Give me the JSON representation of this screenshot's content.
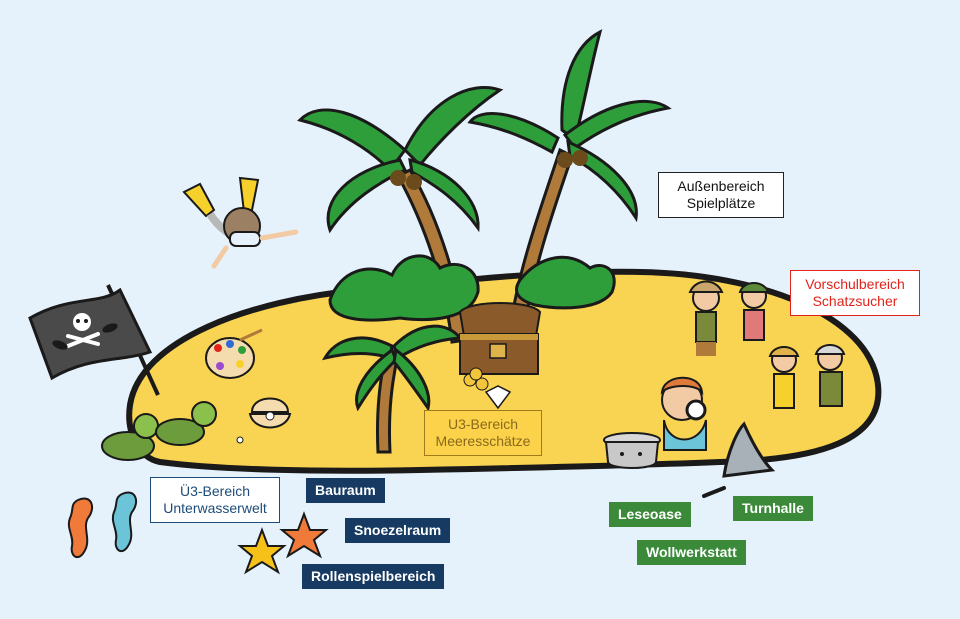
{
  "colors": {
    "background": "#e6f2fb",
    "island": "#f9d352",
    "outline": "#1a1a1a",
    "palm_leaf": "#2e9e3a",
    "palm_trunk": "#b07a3a",
    "navy_tag": "#173a63",
    "green_tag": "#3a8a3a",
    "red_text": "#e2231a",
    "gold_tag": "#fbd249"
  },
  "labels": {
    "aussenbereich": {
      "line1": "Außenbereich",
      "line2": "Spielplätze"
    },
    "vorschulbereich": {
      "line1": "Vorschulbereich",
      "line2": "Schatzsucher"
    },
    "u3": {
      "line1": "U3-Bereich",
      "line2": "Meeresschätze"
    },
    "ue3": {
      "line1": "Ü3-Bereich",
      "line2": "Unterwasserwelt"
    },
    "bauraum": "Bauraum",
    "snoezelraum": "Snoezelraum",
    "rollenspiel": "Rollenspielbereich",
    "leseoase": "Leseoase",
    "turnhalle": "Turnhalle",
    "wollwerkstatt": "Wollwerkstatt"
  },
  "illustrations": [
    "island",
    "palm-tree-left",
    "palm-tree-right",
    "palm-tree-small",
    "pirate-flag",
    "diver",
    "treasure-chest",
    "diamond",
    "paint-palette",
    "turtles",
    "clam-shell",
    "seahorses",
    "starfish",
    "reading-boy",
    "cooking-pot",
    "shark-fin",
    "explorer-kids"
  ]
}
